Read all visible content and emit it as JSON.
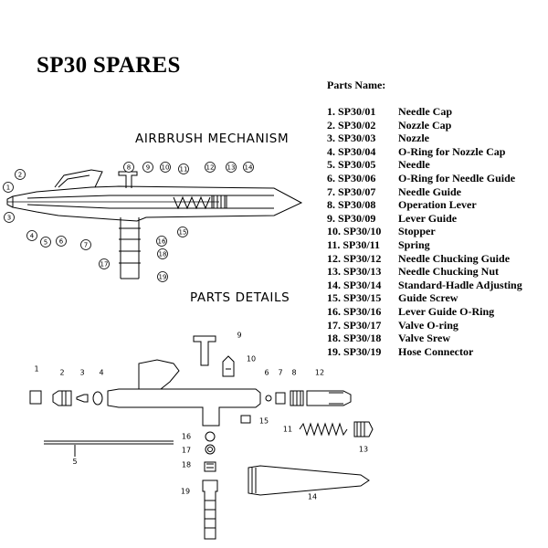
{
  "title": "SP30 SPARES",
  "parts_heading": "Parts Name:",
  "mechanism_label": "AIRBRUSH MECHANISM",
  "details_label": "PARTS DETAILS",
  "parts": [
    {
      "code": "1. SP30/01",
      "name": "Needle Cap"
    },
    {
      "code": "2. SP30/02",
      "name": "Nozzle Cap"
    },
    {
      "code": "3. SP30/03",
      "name": "Nozzle"
    },
    {
      "code": "4. SP30/04",
      "name": "O-Ring for Nozzle Cap"
    },
    {
      "code": "5. SP30/05",
      "name": "Needle"
    },
    {
      "code": "6. SP30/06",
      "name": "O-Ring for Needle Guide"
    },
    {
      "code": "7. SP30/07",
      "name": "Needle Guide"
    },
    {
      "code": "8. SP30/08",
      "name": "Operation Lever"
    },
    {
      "code": "9. SP30/09",
      "name": "Lever Guide"
    },
    {
      "code": "10. SP30/10",
      "name": "Stopper"
    },
    {
      "code": "11. SP30/11",
      "name": "Spring"
    },
    {
      "code": "12. SP30/12",
      "name": "Needle Chucking Guide"
    },
    {
      "code": "13. SP30/13",
      "name": "Needle Chucking Nut"
    },
    {
      "code": "14. SP30/14",
      "name": "Standard-Hadle Adjusting"
    },
    {
      "code": "15. SP30/15",
      "name": "Guide Screw"
    },
    {
      "code": "16. SP30/16",
      "name": "Lever Guide O-Ring"
    },
    {
      "code": "17. SP30/17",
      "name": "Valve O-ring"
    },
    {
      "code": "18. SP30/18",
      "name": "Valve Srew"
    },
    {
      "code": "19. SP30/19",
      "name": "Hose Connector"
    }
  ],
  "mechanism_callouts": [
    "1",
    "2",
    "3",
    "4",
    "5",
    "6",
    "7",
    "8",
    "9",
    "10",
    "11",
    "12",
    "13",
    "14",
    "15",
    "16",
    "17",
    "18",
    "19"
  ],
  "detail_callouts": [
    "1",
    "2",
    "3",
    "4",
    "5",
    "6",
    "7",
    "8",
    "9",
    "10",
    "11",
    "12",
    "13",
    "14",
    "15",
    "16",
    "17",
    "18",
    "19"
  ]
}
